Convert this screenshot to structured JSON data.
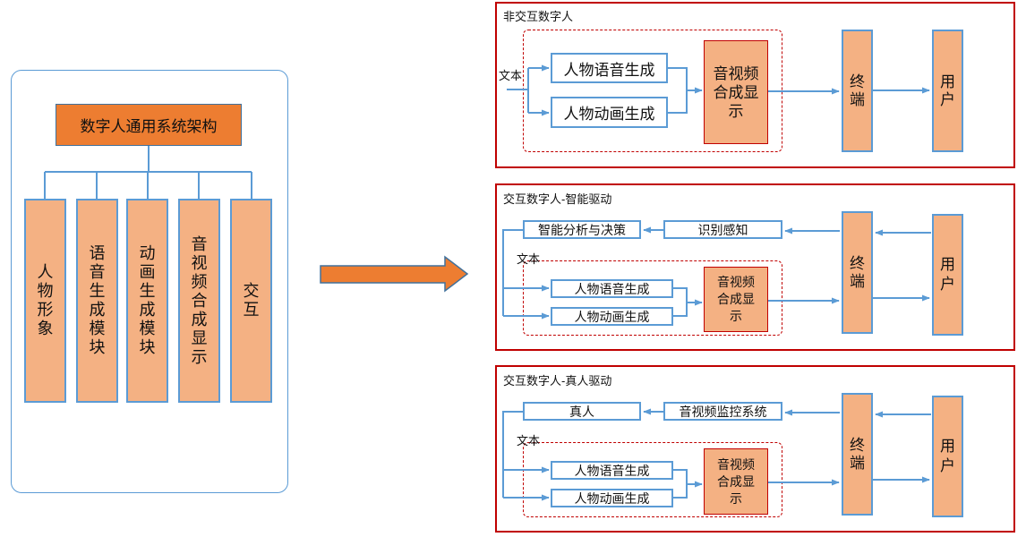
{
  "diagram": {
    "left_panel": {
      "title": "数字人通用系统架构",
      "modules": [
        "人物形象",
        "语音生成模块",
        "动画生成模块",
        "音视频合成显示",
        "交互"
      ]
    },
    "panels": [
      {
        "title": "非交互数字人",
        "text_label": "文本",
        "voice_box": "人物语音生成",
        "animation_box": "人物动画生成",
        "av_box": "音视频合成显示",
        "terminal_box": "终端",
        "user_box": "用户"
      },
      {
        "title": "交互数字人-智能驱动",
        "source_box": "智能分析与决策",
        "sensing_box": "识别感知",
        "text_label": "文本",
        "voice_box": "人物语音生成",
        "animation_box": "人物动画生成",
        "av_box": "音视频合成显示",
        "terminal_box": "终端",
        "user_box": "用户"
      },
      {
        "title": "交互数字人-真人驱动",
        "source_box": "真人",
        "sensing_box": "音视频监控系统",
        "text_label": "文本",
        "voice_box": "人物语音生成",
        "animation_box": "人物动画生成",
        "av_box": "音视频合成显示",
        "terminal_box": "终端",
        "user_box": "用户"
      }
    ]
  },
  "colors": {
    "accent_orange": "#ED7D31",
    "module_fill": "#F4B183",
    "line_blue": "#5B9BD5",
    "frame_red": "#C00000",
    "outline_slate": "#41719C"
  }
}
